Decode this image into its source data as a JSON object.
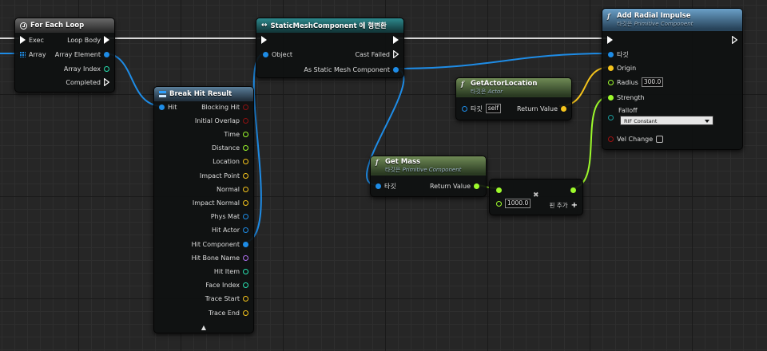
{
  "colors": {
    "exec": "#ffffff",
    "object": "#1e8ce6",
    "float": "#9dfa2c",
    "vector": "#f5c41c",
    "struct": "#1e8ce6",
    "bool": "#8c1111",
    "name": "#b070f0",
    "int": "#28e0b0"
  },
  "for_each": {
    "title": "For Each Loop",
    "in_exec": "Exec",
    "in_array": "Array",
    "out_loop_body": "Loop Body",
    "out_array_element": "Array Element",
    "out_array_index": "Array Index",
    "out_completed": "Completed"
  },
  "break_hit": {
    "title": "Break Hit Result",
    "in_hit": "Hit",
    "outputs": [
      "Blocking Hit",
      "Initial Overlap",
      "Time",
      "Distance",
      "Location",
      "Impact Point",
      "Normal",
      "Impact Normal",
      "Phys Mat",
      "Hit Actor",
      "Hit Component",
      "Hit Bone Name",
      "Hit Item",
      "Face Index",
      "Trace Start",
      "Trace End"
    ],
    "expand_glyph": "▲"
  },
  "cast": {
    "title": "StaticMeshComponent 에 형변환",
    "in_object": "Object",
    "out_cast_failed": "Cast Failed",
    "out_as": "As Static Mesh Component"
  },
  "get_actor_location": {
    "title": "GetActorLocation",
    "subtitle_prefix": "타깃은",
    "subtitle_class": "Actor",
    "in_target": "타깃",
    "target_default": "self",
    "out_return": "Return Value"
  },
  "get_mass": {
    "title": "Get Mass",
    "subtitle_prefix": "타깃은",
    "subtitle_class": "Primitive Component",
    "in_target": "타깃",
    "out_return": "Return Value"
  },
  "multiply": {
    "value": "1000.0",
    "add_pin_label": "핀 추가",
    "add_glyph": "+",
    "remove_glyph": "✖"
  },
  "radial_impulse": {
    "title": "Add Radial Impulse",
    "subtitle_prefix": "타깃은",
    "subtitle_class": "Primitive Component",
    "in_target": "타깃",
    "in_origin": "Origin",
    "in_radius": "Radius",
    "radius_value": "300.0",
    "in_strength": "Strength",
    "in_falloff": "Falloff",
    "falloff_value": "RIF Constant",
    "in_vel_change": "Vel Change"
  }
}
